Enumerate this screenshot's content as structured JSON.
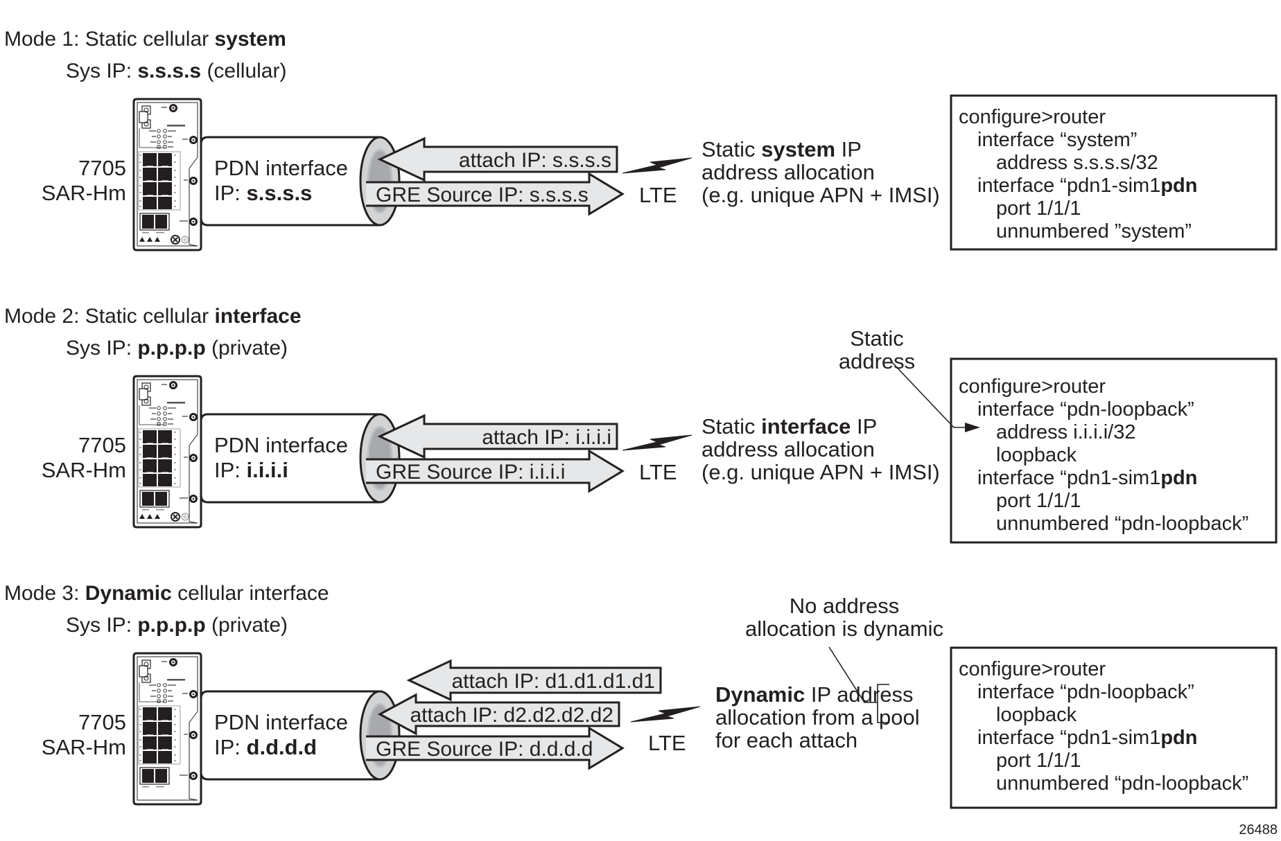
{
  "figure_id": "26488",
  "device_label": {
    "line1": "7705",
    "line2": "SAR-Hm",
    "panel_text": "7705 SAR-Hm"
  },
  "lte_label": "LTE",
  "colors": {
    "ink": "#231f20",
    "arrow_fill": "#e6e7e8",
    "tube_ring": "#d1d3d4",
    "tube_inner": "#a7a9ac",
    "background": "#ffffff"
  },
  "modes": [
    {
      "title_prefix": "Mode 1: Static cellular ",
      "title_bold": "system",
      "title_suffix": "",
      "sysip_prefix": "Sys IP: ",
      "sysip_bold": "s.s.s.s",
      "sysip_suffix": " (cellular)",
      "pdn_line1": "PDN interface",
      "pdn_ip_prefix": "IP: ",
      "pdn_ip_bold": "s.s.s.s",
      "arrows": [
        {
          "direction": "in",
          "label": "attach IP: s.s.s.s"
        },
        {
          "direction": "out",
          "label": "GRE Source IP: s.s.s.s"
        }
      ],
      "description": [
        {
          "prefix": "Static ",
          "bold": "system",
          "suffix": " IP"
        },
        {
          "prefix": "address allocation",
          "bold": "",
          "suffix": ""
        },
        {
          "prefix": "(e.g. unique APN + IMSI)",
          "bold": "",
          "suffix": ""
        }
      ],
      "callout": [],
      "config": [
        {
          "text": "configure>router",
          "bold": ""
        },
        {
          "text": "  interface “system”",
          "bold": ""
        },
        {
          "text": "    address s.s.s.s/32",
          "bold": ""
        },
        {
          "text": "  interface “pdn1-sim1",
          "bold": "pdn"
        },
        {
          "text": "    port 1/1/1",
          "bold": ""
        },
        {
          "text": "    unnumbered ”system”",
          "bold": ""
        }
      ]
    },
    {
      "title_prefix": "Mode 2: Static cellular ",
      "title_bold": "interface",
      "title_suffix": "",
      "sysip_prefix": "Sys IP: ",
      "sysip_bold": "p.p.p.p",
      "sysip_suffix": " (private)",
      "pdn_line1": "PDN interface",
      "pdn_ip_prefix": "IP: ",
      "pdn_ip_bold": "i.i.i.i",
      "arrows": [
        {
          "direction": "in",
          "label": "attach IP: i.i.i.i"
        },
        {
          "direction": "out",
          "label": "GRE Source IP: i.i.i.i"
        }
      ],
      "description": [
        {
          "prefix": "Static ",
          "bold": "interface",
          "suffix": " IP"
        },
        {
          "prefix": "address allocation",
          "bold": "",
          "suffix": ""
        },
        {
          "prefix": "(e.g. unique APN + IMSI)",
          "bold": "",
          "suffix": ""
        }
      ],
      "callout": [
        "Static",
        "address"
      ],
      "config": [
        {
          "text": "configure>router",
          "bold": ""
        },
        {
          "text": "  interface “pdn-loopback”",
          "bold": ""
        },
        {
          "text": "    address i.i.i.i/32",
          "bold": ""
        },
        {
          "text": "    loopback",
          "bold": ""
        },
        {
          "text": "  interface “pdn1-sim1",
          "bold": "pdn"
        },
        {
          "text": "    port 1/1/1",
          "bold": ""
        },
        {
          "text": "    unnumbered “pdn-loopback”",
          "bold": ""
        }
      ]
    },
    {
      "title_prefix": "Mode 3: ",
      "title_bold": "Dynamic",
      "title_suffix": " cellular interface",
      "sysip_prefix": "Sys IP: ",
      "sysip_bold": "p.p.p.p",
      "sysip_suffix": " (private)",
      "pdn_line1": "PDN interface",
      "pdn_ip_prefix": "IP: ",
      "pdn_ip_bold": "d.d.d.d",
      "arrows": [
        {
          "direction": "in",
          "label": "attach IP: d1.d1.d1.d1"
        },
        {
          "direction": "in",
          "label": "attach IP: d2.d2.d2.d2"
        },
        {
          "direction": "out",
          "label": "GRE Source IP: d.d.d.d"
        }
      ],
      "description": [
        {
          "prefix": "",
          "bold": "Dynamic",
          "suffix": " IP address"
        },
        {
          "prefix": "allocation from a pool",
          "bold": "",
          "suffix": ""
        },
        {
          "prefix": "for each attach",
          "bold": "",
          "suffix": ""
        }
      ],
      "callout": [
        "No address",
        "allocation is dynamic"
      ],
      "config": [
        {
          "text": "configure>router",
          "bold": ""
        },
        {
          "text": "  interface “pdn-loopback”",
          "bold": ""
        },
        {
          "text": "    loopback",
          "bold": ""
        },
        {
          "text": "  interface “pdn1-sim1",
          "bold": "pdn"
        },
        {
          "text": "    port 1/1/1",
          "bold": ""
        },
        {
          "text": "    unnumbered “pdn-loopback”",
          "bold": ""
        }
      ]
    }
  ]
}
